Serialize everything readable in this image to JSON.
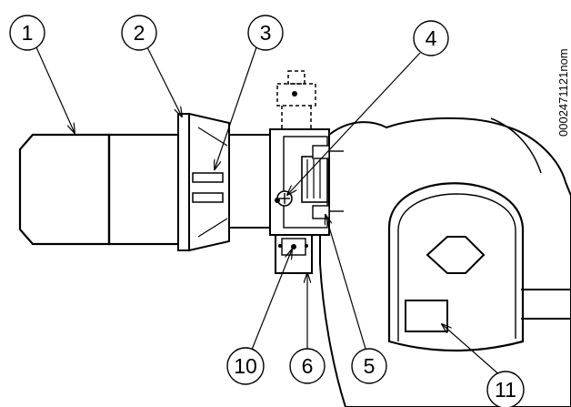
{
  "drawing_code": "0002471121nom",
  "callouts": [
    {
      "label": "1"
    },
    {
      "label": "2"
    },
    {
      "label": "3"
    },
    {
      "label": "4"
    },
    {
      "label": "5"
    },
    {
      "label": "6"
    },
    {
      "label": "10"
    },
    {
      "label": "11"
    }
  ]
}
